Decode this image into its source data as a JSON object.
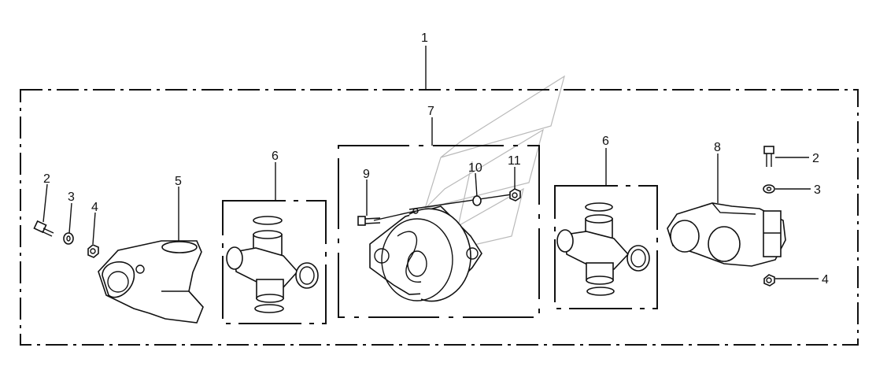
{
  "diagram": {
    "callouts": [
      {
        "id": "c1",
        "label": "1"
      },
      {
        "id": "c2a",
        "label": "2"
      },
      {
        "id": "c3a",
        "label": "3"
      },
      {
        "id": "c4a",
        "label": "4"
      },
      {
        "id": "c5",
        "label": "5"
      },
      {
        "id": "c6a",
        "label": "6"
      },
      {
        "id": "c7",
        "label": "7"
      },
      {
        "id": "c9",
        "label": "9"
      },
      {
        "id": "c10",
        "label": "10"
      },
      {
        "id": "c11",
        "label": "11"
      },
      {
        "id": "c6b",
        "label": "6"
      },
      {
        "id": "c8",
        "label": "8"
      },
      {
        "id": "c2b",
        "label": "2"
      },
      {
        "id": "c3b",
        "label": "3"
      },
      {
        "id": "c4b",
        "label": "4"
      }
    ],
    "parts": [
      "screw",
      "washer",
      "nut",
      "yoke",
      "universal-joint-cross",
      "flexible-coupling",
      "bolt",
      "lock-washer",
      "lock-nut",
      "clamp-yoke",
      "bolt",
      "washer",
      "nut"
    ]
  }
}
